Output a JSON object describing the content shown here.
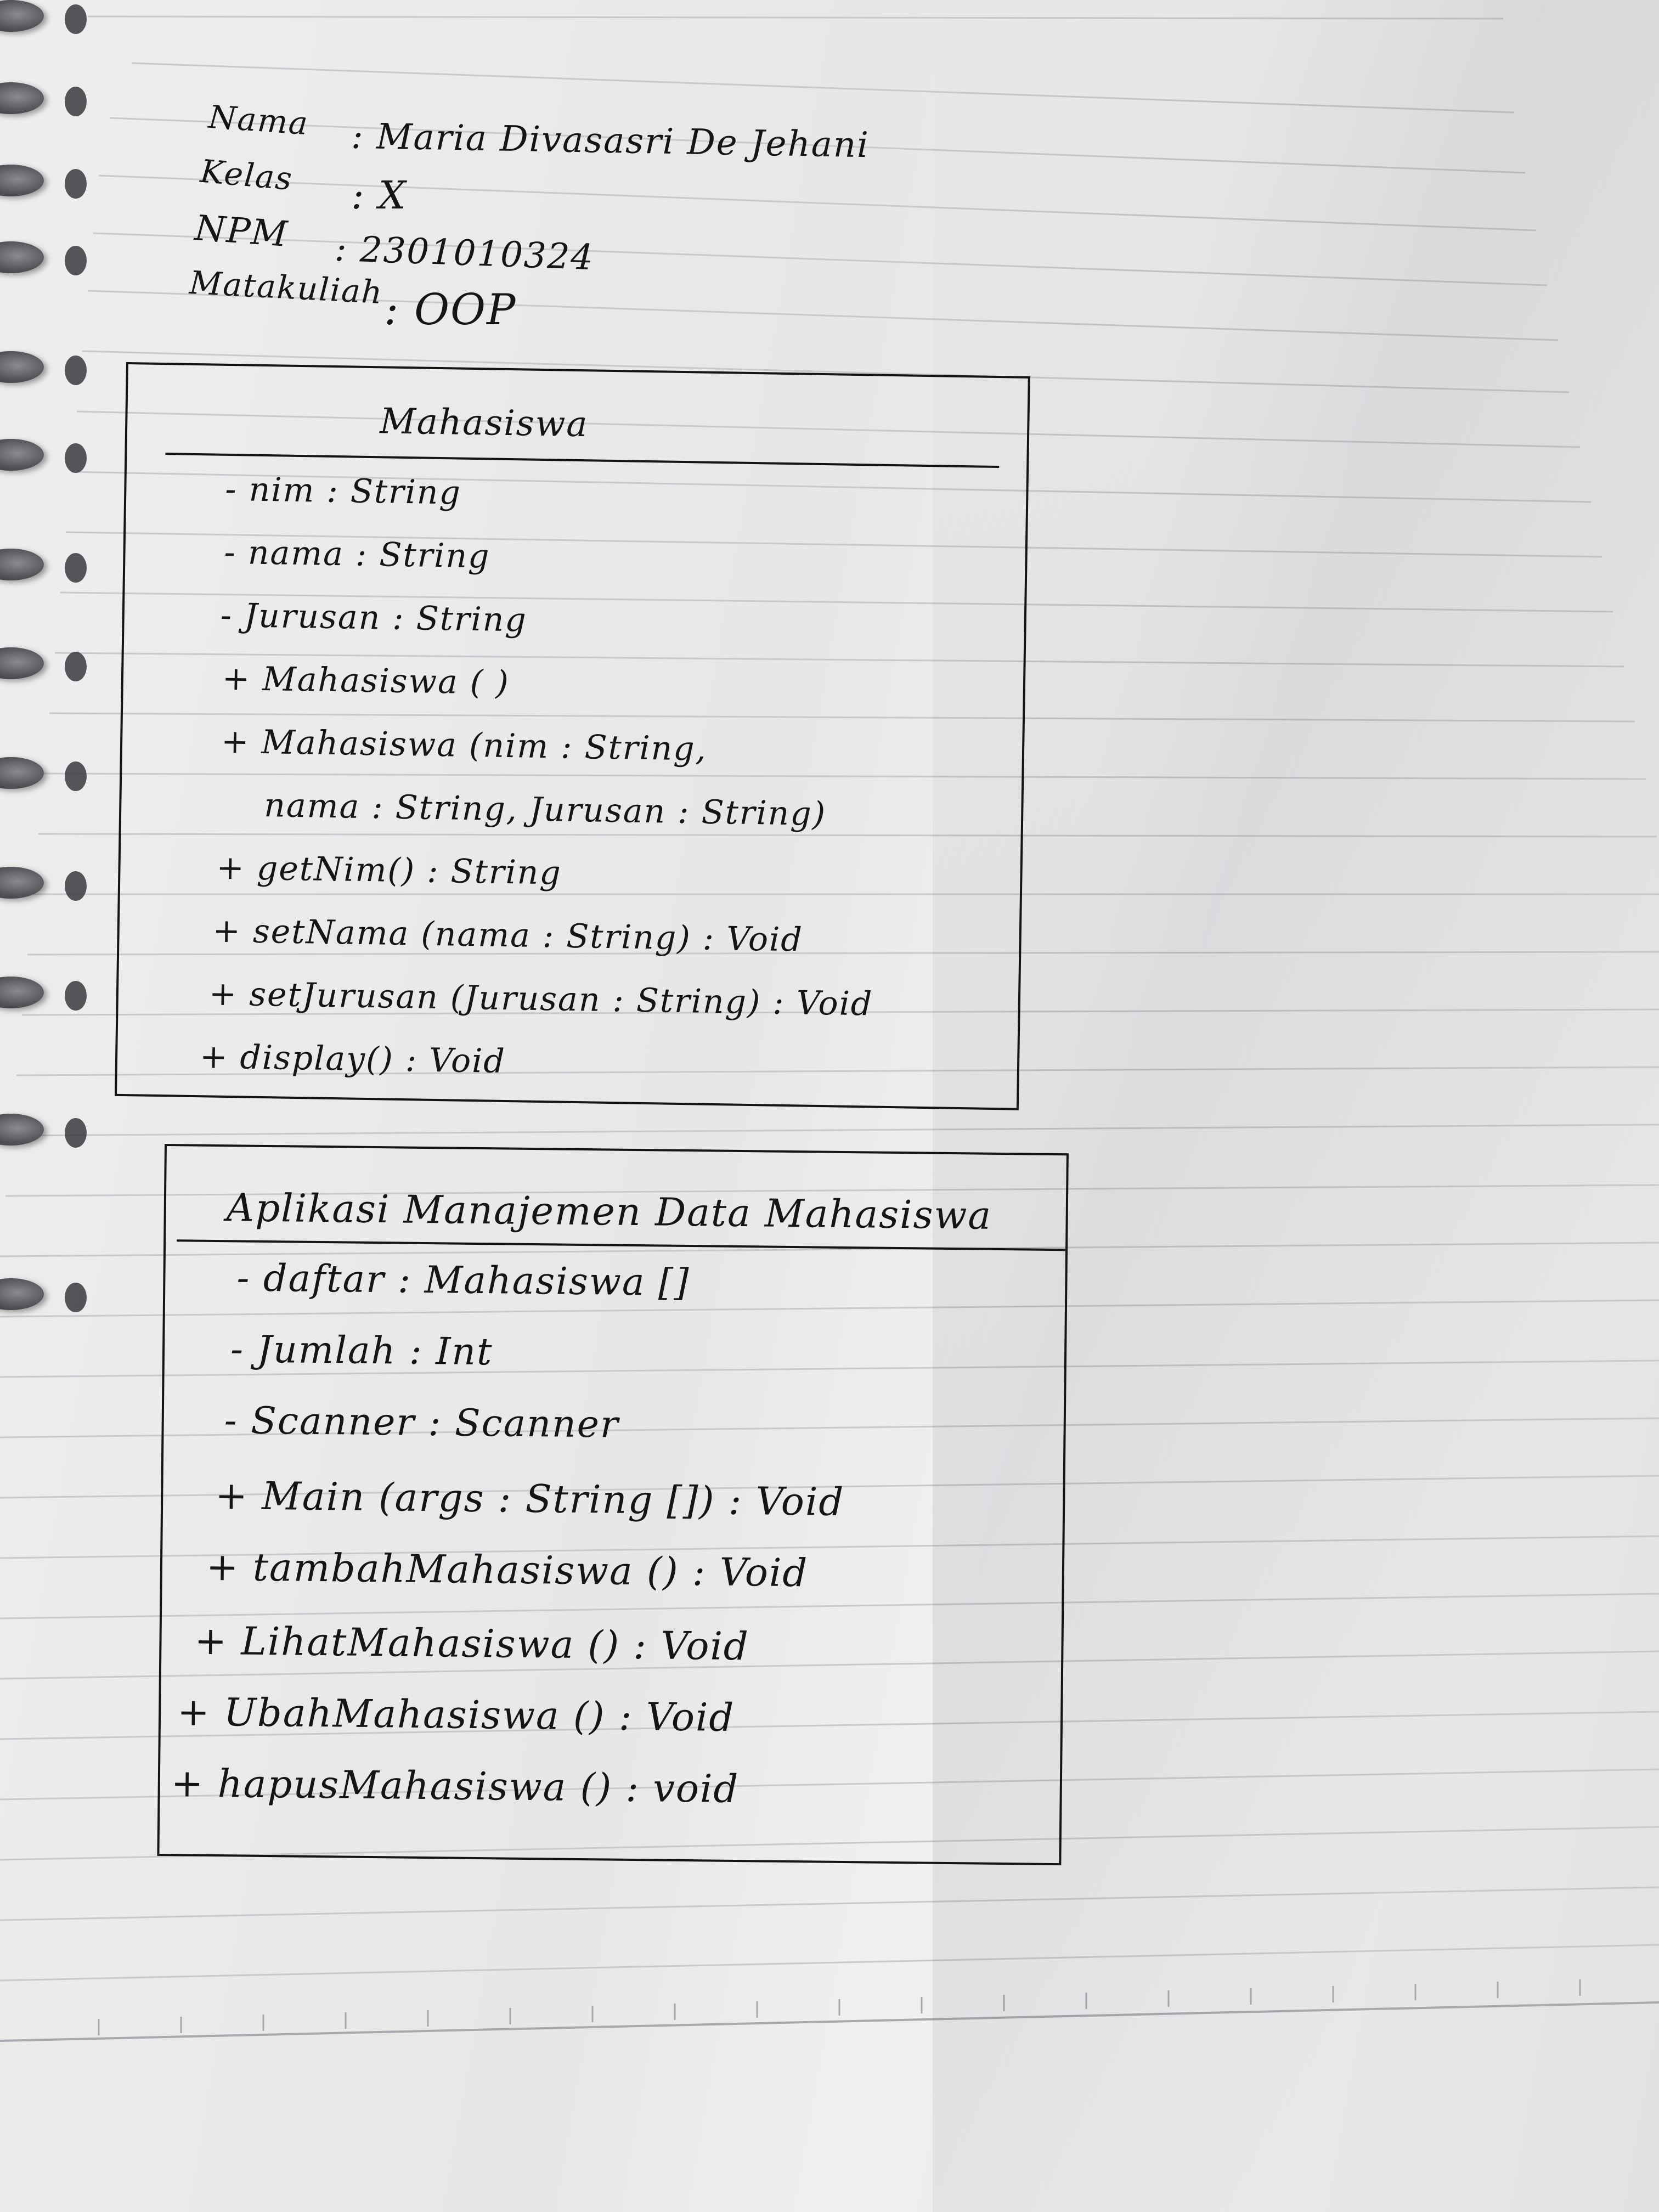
{
  "header": {
    "nama_label": "Nama",
    "nama_value": ": Maria Divasasri De Jehani",
    "kelas_label": "Kelas",
    "kelas_value": ": X",
    "npm_label": "NPM",
    "npm_value": ": 2301010324",
    "matkul_label": "Matakuliah",
    "matkul_value": ": OOP"
  },
  "class_mahasiswa": {
    "name": "Mahasiswa",
    "attributes": [
      "- nim : String",
      "- nama : String",
      "- Jurusan : String"
    ],
    "methods": [
      "+ Mahasiswa ( )",
      "+ Mahasiswa (nim : String,",
      "nama : String, Jurusan : String)",
      "+ getNim() : String",
      "+ setNama (nama : String) : Void",
      "+ setJurusan (Jurusan : String) : Void",
      "+ display() : Void"
    ]
  },
  "class_aplikasi": {
    "name": "Aplikasi Manajemen Data Mahasiswa",
    "attributes": [
      "- daftar : Mahasiswa []",
      "- Jumlah : Int",
      "- Scanner : Scanner"
    ],
    "methods": [
      "+ Main (args : String []) : Void",
      "+ tambahMahasiswa () : Void",
      "+ LihatMahasiswa () : Void",
      "+ UbahMahasiswa () : Void",
      "+ hapusMahasiswa () : void"
    ]
  }
}
